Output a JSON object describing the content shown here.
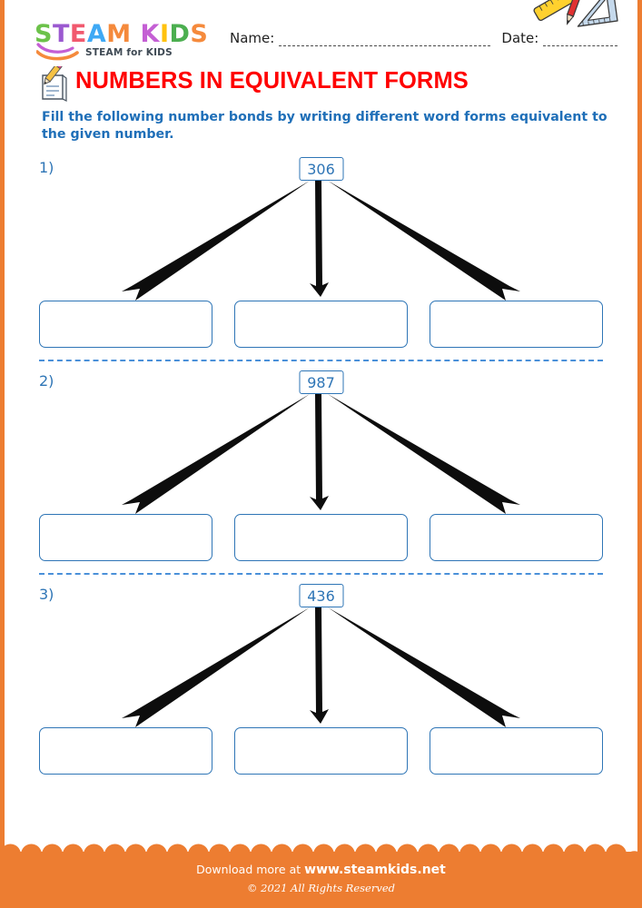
{
  "brand": {
    "logo_letters": [
      {
        "char": "S",
        "color": "#6CC24A"
      },
      {
        "char": "T",
        "color": "#9B59D0"
      },
      {
        "char": "E",
        "color": "#F1596E"
      },
      {
        "char": "A",
        "color": "#3FA9F5"
      },
      {
        "char": "M",
        "color": "#F58A3C"
      },
      {
        "char": " ",
        "color": "#ffffff"
      },
      {
        "char": "K",
        "color": "#C45FD4"
      },
      {
        "char": "I",
        "color": "#FFC20E"
      },
      {
        "char": "D",
        "color": "#4CAF50"
      },
      {
        "char": "S",
        "color": "#F58A3C"
      }
    ],
    "tagline": "STEAM for KIDS",
    "swoosh_colors": [
      "#C45FD4",
      "#F58A3C"
    ]
  },
  "header": {
    "name_label": "Name:",
    "date_label": "Date:"
  },
  "title": {
    "text": "NUMBERS IN EQUIVALENT FORMS",
    "color": "#FF0000",
    "icon": "notepad-pencil-icon",
    "tools_icon": "ruler-pencil-triangle-icon"
  },
  "instruction": {
    "text": "Fill the following number bonds by writing different word forms equivalent to the given number.",
    "color": "#1F6FB8"
  },
  "problems": [
    {
      "number_label": "1)",
      "value": "306",
      "answers": [
        "",
        "",
        ""
      ]
    },
    {
      "number_label": "2)",
      "value": "987",
      "answers": [
        "",
        "",
        ""
      ]
    },
    {
      "number_label": "3)",
      "value": "436",
      "answers": [
        "",
        "",
        ""
      ]
    }
  ],
  "footer": {
    "download_text": "Download more at",
    "url": "www.steamkids.net",
    "copyright": "© 2021 All Rights Reserved",
    "background": "#ED7D31"
  },
  "theme": {
    "accent_blue": "#2E75B6",
    "dashed_blue": "#4A90D9",
    "orange": "#ED7D31",
    "title_red": "#FF0000"
  }
}
